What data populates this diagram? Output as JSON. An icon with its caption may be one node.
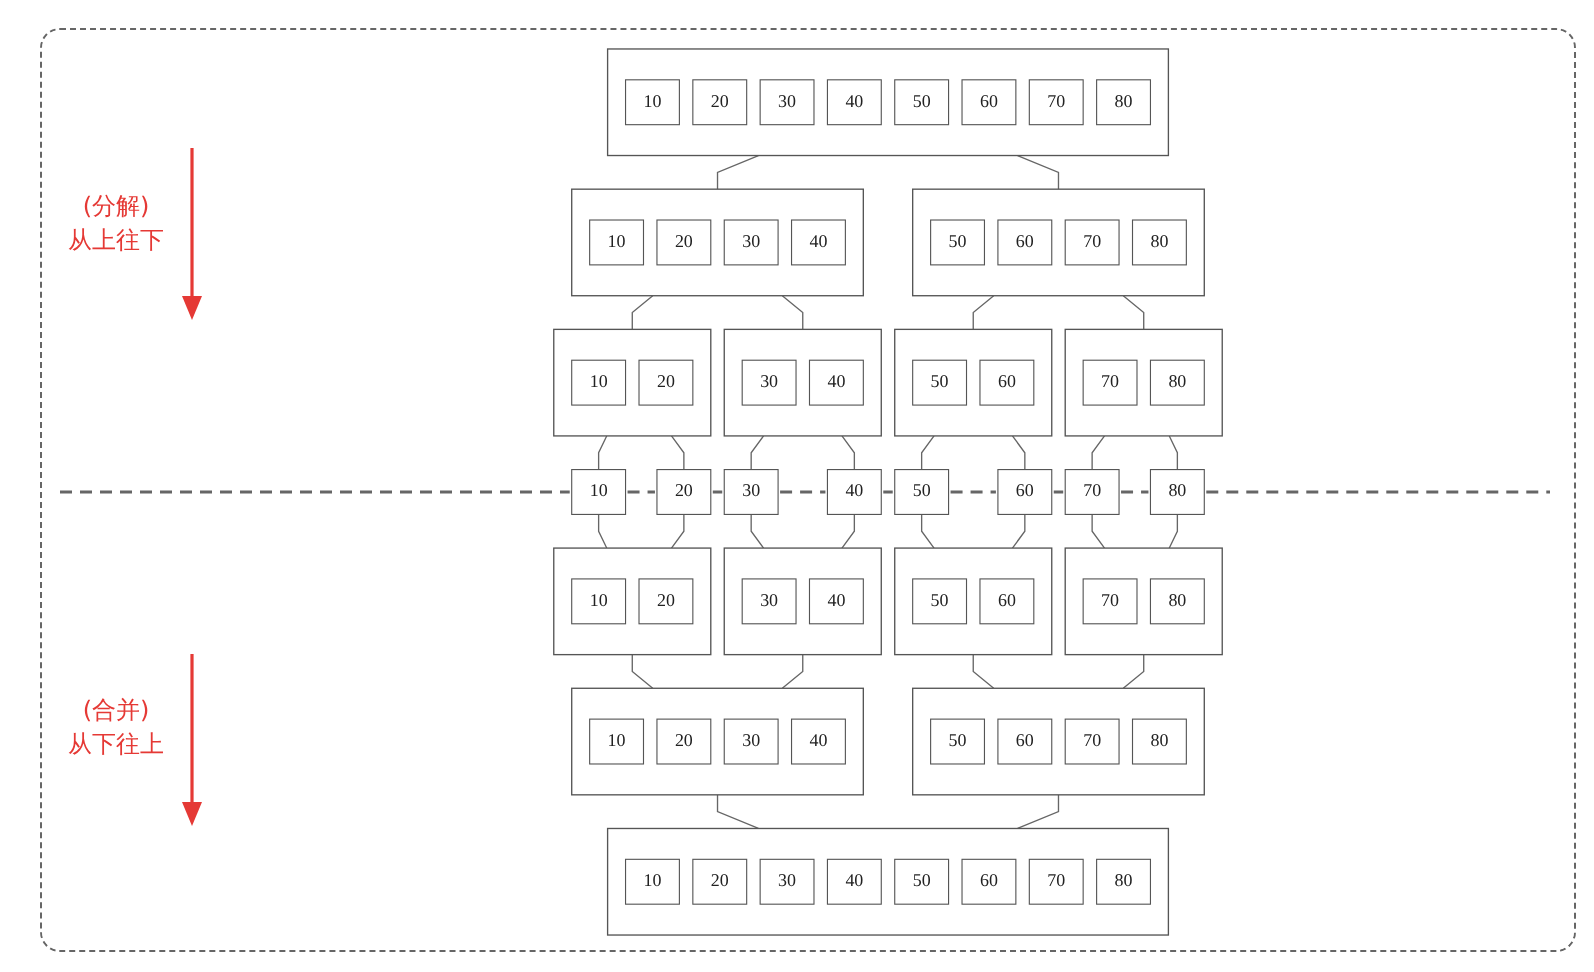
{
  "diagram": {
    "nodes": [
      {
        "text": [],
        "shape": "box"
      },
      {
        "text": [
          "10"
        ],
        "in": 0
      },
      {
        "text": [
          "20"
        ],
        "in": 0
      },
      {
        "text": [
          "30"
        ],
        "in": 0
      },
      {
        "text": [
          "40"
        ],
        "in": 0
      },
      {
        "text": [
          "50"
        ],
        "in": 0
      },
      {
        "text": [
          "60"
        ],
        "in": 0
      },
      {
        "text": [
          "70"
        ],
        "in": 0
      },
      {
        "text": [
          "80"
        ],
        "in": 0
      },
      {
        "text": [],
        "shape": "box"
      },
      {
        "text": [
          "10"
        ],
        "in": 9
      },
      {
        "text": [
          "20"
        ],
        "in": 9
      },
      {
        "text": [
          "30"
        ],
        "in": 9
      },
      {
        "text": [
          "40"
        ],
        "in": 9
      },
      {
        "text": [],
        "shape": "box"
      },
      {
        "text": [
          "50"
        ],
        "in": 14
      },
      {
        "text": [
          "60"
        ],
        "in": 14
      },
      {
        "text": [
          "70"
        ],
        "in": 14
      },
      {
        "text": [
          "80"
        ],
        "in": 14
      },
      {
        "text": [],
        "shape": "box"
      },
      {
        "text": [
          "10"
        ],
        "in": 19
      },
      {
        "text": [
          "20"
        ],
        "in": 19
      },
      {
        "text": [],
        "shape": "box"
      },
      {
        "text": [
          "30"
        ],
        "in": 22
      },
      {
        "text": [
          "40"
        ],
        "in": 22
      },
      {
        "text": [],
        "shape": "box"
      },
      {
        "text": [
          "50"
        ],
        "in": 25
      },
      {
        "text": [
          "60"
        ],
        "in": 25
      },
      {
        "text": [],
        "shape": "box"
      },
      {
        "text": [
          "70"
        ],
        "in": 28
      },
      {
        "text": [
          "80"
        ],
        "in": 28
      },
      {
        "text": [
          "10"
        ]
      },
      {
        "text": [
          "20"
        ]
      },
      {
        "text": [
          "30"
        ]
      },
      {
        "text": [
          "40"
        ]
      },
      {
        "text": [
          "50"
        ]
      },
      {
        "text": [
          "60"
        ]
      },
      {
        "text": [
          "70"
        ]
      },
      {
        "text": [
          "80"
        ]
      },
      {
        "text": [],
        "shape": "box"
      },
      {
        "text": [
          "10"
        ],
        "in": 39
      },
      {
        "text": [
          "20"
        ],
        "in": 39
      },
      {
        "text": [],
        "shape": "box"
      },
      {
        "text": [
          "30"
        ],
        "in": 42
      },
      {
        "text": [
          "40"
        ],
        "in": 42
      },
      {
        "text": [],
        "shape": "box"
      },
      {
        "text": [
          "50"
        ],
        "in": 45
      },
      {
        "text": [
          "60"
        ],
        "in": 45
      },
      {
        "text": [],
        "shape": "box"
      },
      {
        "text": [
          "70"
        ],
        "in": 48
      },
      {
        "text": [
          "80"
        ],
        "in": 48
      },
      {
        "text": [],
        "shape": "box"
      },
      {
        "text": [
          "10"
        ],
        "in": 51
      },
      {
        "text": [
          "20"
        ],
        "in": 51
      },
      {
        "text": [
          "30"
        ],
        "in": 51
      },
      {
        "text": [
          "40"
        ],
        "in": 51
      },
      {
        "text": [],
        "shape": "box"
      },
      {
        "text": [
          "50"
        ],
        "in": 56
      },
      {
        "text": [
          "60"
        ],
        "in": 56
      },
      {
        "text": [
          "70"
        ],
        "in": 56
      },
      {
        "text": [
          "80"
        ],
        "in": 56
      },
      {
        "text": [],
        "shape": "box"
      },
      {
        "text": [
          "10"
        ],
        "in": 61
      },
      {
        "text": [
          "20"
        ],
        "in": 61
      },
      {
        "text": [
          "30"
        ],
        "in": 61
      },
      {
        "text": [
          "40"
        ],
        "in": 61
      },
      {
        "text": [
          "50"
        ],
        "in": 61
      },
      {
        "text": [
          "60"
        ],
        "in": 61
      },
      {
        "text": [
          "70"
        ],
        "in": 61
      },
      {
        "text": [
          "80"
        ],
        "in": 61
      }
    ],
    "edges": [
      {
        "from": 0,
        "to": 9,
        "arrow": "none"
      },
      {
        "from": 0,
        "to": 14,
        "arrow": "none"
      },
      {
        "from": 9,
        "to": 19,
        "arrow": "none"
      },
      {
        "from": 9,
        "to": 22,
        "arrow": "none"
      },
      {
        "from": 14,
        "to": 25,
        "arrow": "none"
      },
      {
        "from": 14,
        "to": 28,
        "arrow": "none"
      },
      {
        "from": 19,
        "to": 31,
        "arrow": "none"
      },
      {
        "from": 19,
        "to": 32,
        "arrow": "none"
      },
      {
        "from": 22,
        "to": 33,
        "arrow": "none"
      },
      {
        "from": 22,
        "to": 34,
        "arrow": "none"
      },
      {
        "from": 25,
        "to": 35,
        "arrow": "none"
      },
      {
        "from": 25,
        "to": 36,
        "arrow": "none"
      },
      {
        "from": 28,
        "to": 37,
        "arrow": "none"
      },
      {
        "from": 28,
        "to": 38,
        "arrow": "none"
      },
      {
        "from": 31,
        "to": 39,
        "arrow": "none"
      },
      {
        "from": 32,
        "to": 39,
        "arrow": "none"
      },
      {
        "from": 33,
        "to": 42,
        "arrow": "none"
      },
      {
        "from": 34,
        "to": 42,
        "arrow": "none"
      },
      {
        "from": 35,
        "to": 45,
        "arrow": "none"
      },
      {
        "from": 36,
        "to": 45,
        "arrow": "none"
      },
      {
        "from": 37,
        "to": 48,
        "arrow": "none"
      },
      {
        "from": 38,
        "to": 48,
        "arrow": "none"
      },
      {
        "from": 39,
        "to": 51,
        "arrow": "none"
      },
      {
        "from": 42,
        "to": 51,
        "arrow": "none"
      },
      {
        "from": 45,
        "to": 56,
        "arrow": "none"
      },
      {
        "from": 48,
        "to": 56,
        "arrow": "none"
      },
      {
        "from": 51,
        "to": 61,
        "arrow": "none"
      },
      {
        "from": 56,
        "to": 61,
        "arrow": "none"
      }
    ],
    "labels": [
      "(分解)",
      "从上往下",
      "(合并)",
      "从下往上"
    ]
  }
}
